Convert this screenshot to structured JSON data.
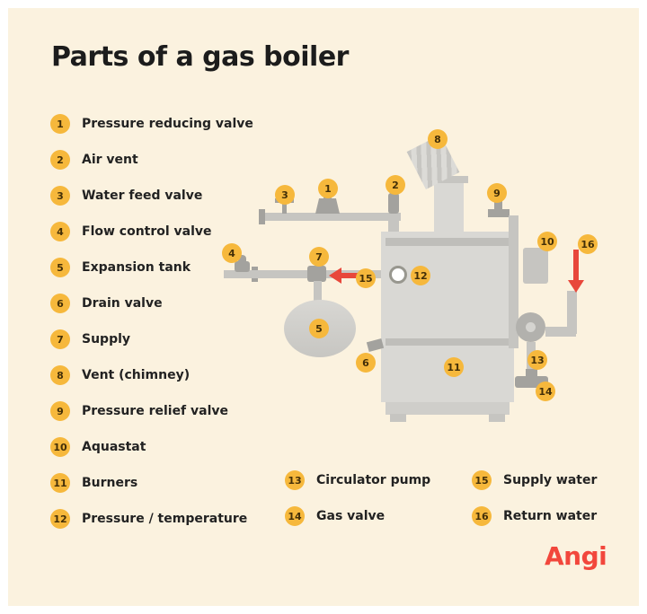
{
  "title": "Parts of a gas boiler",
  "brand": "Angi",
  "legend": {
    "left": [
      {
        "num": "1",
        "label": "Pressure reducing valve"
      },
      {
        "num": "2",
        "label": "Air vent"
      },
      {
        "num": "3",
        "label": "Water feed valve"
      },
      {
        "num": "4",
        "label": "Flow control valve"
      },
      {
        "num": "5",
        "label": "Expansion tank"
      },
      {
        "num": "6",
        "label": "Drain valve"
      },
      {
        "num": "7",
        "label": "Supply"
      },
      {
        "num": "8",
        "label": "Vent (chimney)"
      },
      {
        "num": "9",
        "label": "Pressure relief valve"
      },
      {
        "num": "10",
        "label": "Aquastat"
      },
      {
        "num": "11",
        "label": "Burners"
      },
      {
        "num": "12",
        "label": "Pressure / temperature"
      }
    ],
    "middle": [
      {
        "num": "13",
        "label": "Circulator pump"
      },
      {
        "num": "14",
        "label": "Gas valve"
      }
    ],
    "right": [
      {
        "num": "15",
        "label": "Supply water"
      },
      {
        "num": "16",
        "label": "Return water"
      }
    ]
  },
  "diagram": {
    "badges": {
      "b1": "1",
      "b2": "2",
      "b3": "3",
      "b4": "4",
      "b5": "5",
      "b6": "6",
      "b7": "7",
      "b8": "8",
      "b9": "9",
      "b10": "10",
      "b11": "11",
      "b12": "12",
      "b13": "13",
      "b14": "14",
      "b15": "15",
      "b16": "16"
    }
  },
  "colors": {
    "background": "#fbf2df",
    "badge_fill": "#f6b83c",
    "badge_text": "#432f08",
    "heading_text": "#1c1c1c",
    "boiler_gray_light": "#d9d8d4",
    "boiler_gray_mid": "#c6c5c1",
    "boiler_gray_dark": "#a3a29e",
    "arrow_red": "#e8473b",
    "brand_red": "#f2473c"
  }
}
